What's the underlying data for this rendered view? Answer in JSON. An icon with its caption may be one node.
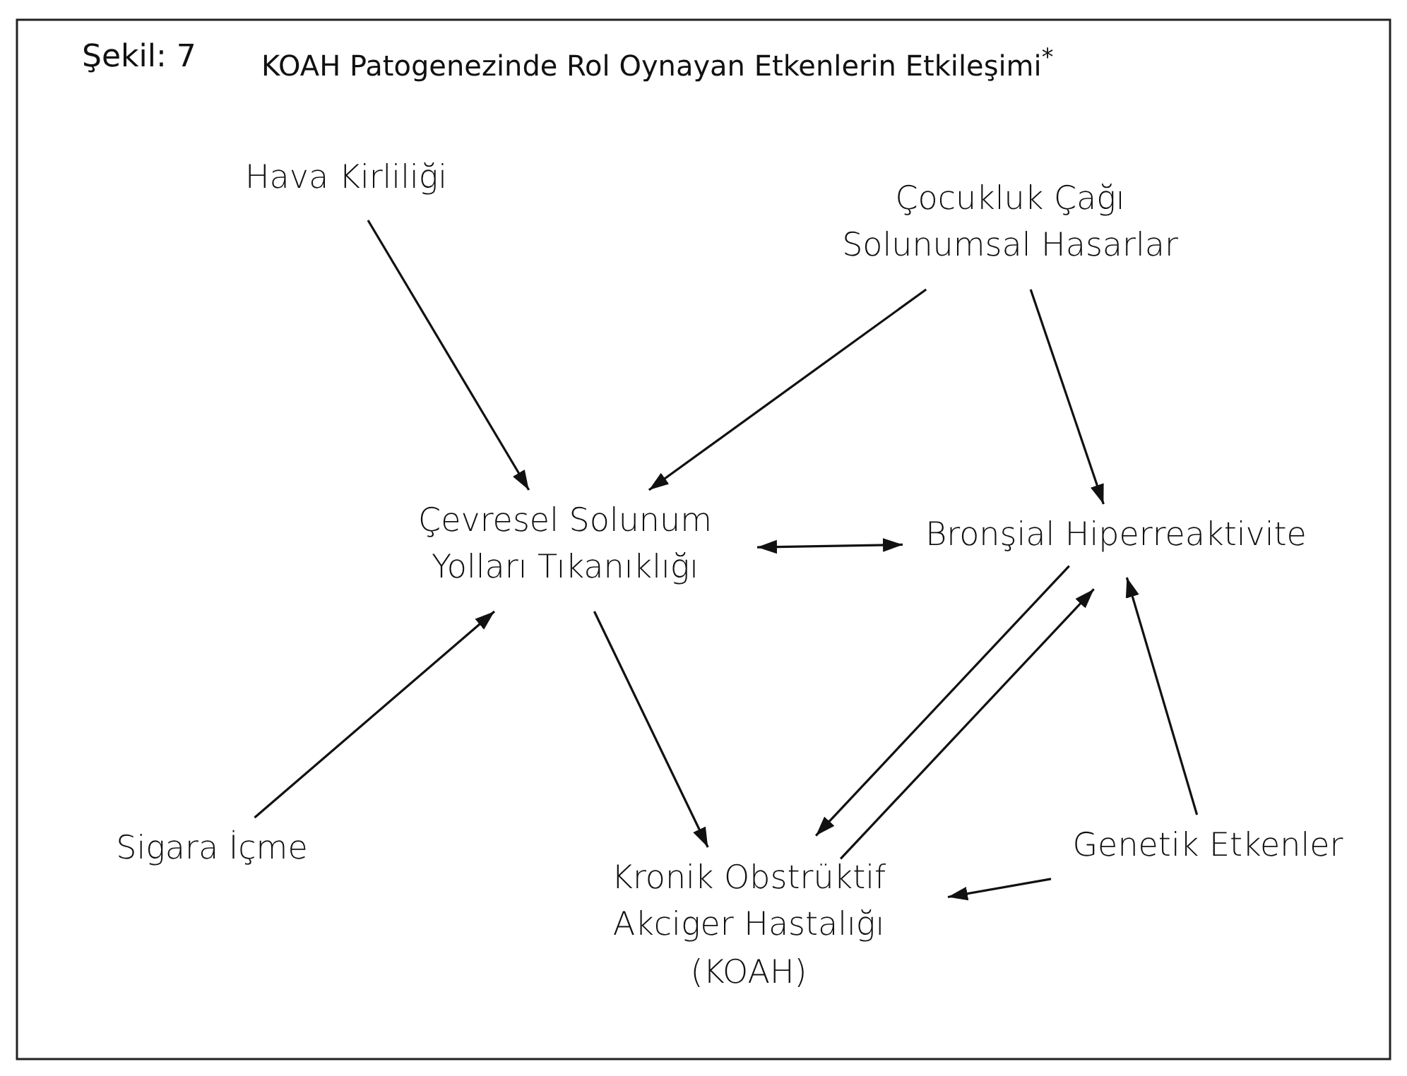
{
  "diagram": {
    "title": "KOAH Patogenezinde Rol Oynayan Etkenlerin Etkileşimi$^{*}$",
    "nodes": [
      {
        "text": [
          "Hava Kirliliği"
        ]
      },
      {
        "text": [
          "Çocukluk Çağı Solunumsal Hasarlar"
        ]
      },
      {
        "text": [
          "Çevresel Solunum Yolları Tıkanıklığı"
        ]
      },
      {
        "text": [
          "Bronşial Hiperreaktivite"
        ]
      },
      {
        "text": [
          "Sigara İçme"
        ]
      },
      {
        "text": [
          "Kronik Obstrüktif Akciger Hastalığı (KOAH)"
        ]
      },
      {
        "text": [
          "Genetik Etkenler"
        ]
      }
    ],
    "edges": [
      {
        "from": 0,
        "to": 2,
        "arrow": "to"
      },
      {
        "from": 1,
        "to": 2,
        "arrow": "to"
      },
      {
        "from": 1,
        "to": 3,
        "arrow": "to"
      },
      {
        "from": 2,
        "to": 3,
        "arrow": "both"
      },
      {
        "from": 4,
        "to": 2,
        "arrow": "to"
      },
      {
        "from": 2,
        "to": 5,
        "arrow": "to"
      },
      {
        "from": 5,
        "to": 3,
        "arrow": "to"
      },
      {
        "from": 3,
        "to": 5,
        "arrow": "to"
      },
      {
        "from": 6,
        "to": 5,
        "arrow": "to"
      },
      {
        "from": 6,
        "to": 3,
        "arrow": "to"
      }
    ],
    "labels": [
      "Şekil: 7"
    ]
  }
}
